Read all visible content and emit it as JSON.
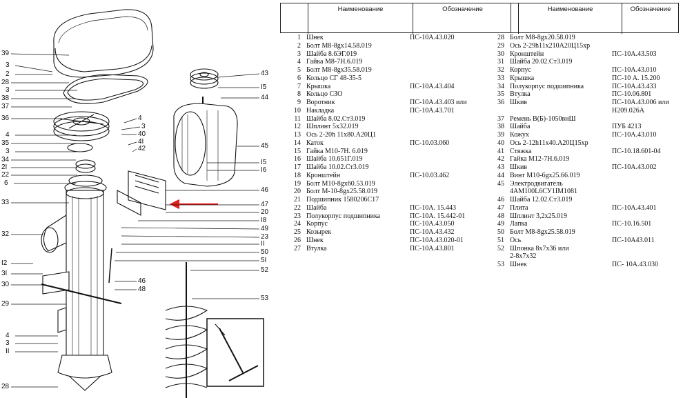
{
  "table_headers": {
    "name": "Наименование",
    "designation": "Обозначение"
  },
  "left_table": [
    {
      "num": "1",
      "name": "Шнек",
      "code": "ПС-10А.43.020"
    },
    {
      "num": "2",
      "name": "Болт М8-8gх14.58.019",
      "code": ""
    },
    {
      "num": "3",
      "name": "Шайба 8.6ЭГ.019",
      "code": ""
    },
    {
      "num": "4",
      "name": "Гайка М8-7Н.6.019",
      "code": ""
    },
    {
      "num": "5",
      "name": "Болт М8-8gх35.58.019",
      "code": ""
    },
    {
      "num": "6",
      "name": "Кольцо СГ 48-35-5",
      "code": ""
    },
    {
      "num": "7",
      "name": "Крышка",
      "code": "ПС-10А.43.404"
    },
    {
      "num": "8",
      "name": "Кольцо СЗО",
      "code": ""
    },
    {
      "num": "9",
      "name": "Воротник",
      "code": "ПС-10А.43.403 или"
    },
    {
      "num": "10",
      "name": "Накладка",
      "code": "ПС-10А.43.701"
    },
    {
      "num": "11",
      "name": "Шайба 8.02.Ст3.019",
      "code": ""
    },
    {
      "num": "12",
      "name": "Шплинт 5х32.019",
      "code": ""
    },
    {
      "num": "13",
      "name": "Ось 2-20h 11х80.А20Ц1",
      "code": ""
    },
    {
      "num": "14",
      "name": "Каток",
      "code": "ПС-10.03.060"
    },
    {
      "num": "15",
      "name": "Гайка М10-7Н. 6.019",
      "code": ""
    },
    {
      "num": "16",
      "name": "Шайба 10.651Г.019",
      "code": ""
    },
    {
      "num": "17",
      "name": "Шайба 10.02.Ст3.019",
      "code": ""
    },
    {
      "num": "18",
      "name": "Кронштейн",
      "code": "ПС-10.03.462"
    },
    {
      "num": "19",
      "name": "Болт М10-8gх60.53.019",
      "code": ""
    },
    {
      "num": "20",
      "name": "Болт М-10-8gх25.58.019",
      "code": ""
    },
    {
      "num": "21",
      "name": "Подшипник 1580206С17",
      "code": ""
    },
    {
      "num": "22",
      "name": "Шайба",
      "code": "ПС-10А. 15.443"
    },
    {
      "num": "23",
      "name": "Полукорпус подшипника",
      "code": "ПС-10А. 15.442-01"
    },
    {
      "num": "24",
      "name": "Корпус",
      "code": "ПС-10А.43.050"
    },
    {
      "num": "25",
      "name": "Козырек",
      "code": "ПС-10А.43.432"
    },
    {
      "num": "26",
      "name": "Шнек",
      "code": "ПС-10А.43.020-01"
    },
    {
      "num": "27",
      "name": "Втулка",
      "code": "ПС-10А.43.801"
    }
  ],
  "right_table": [
    {
      "num": "28",
      "name": "Болт М8-8gх20.58.019",
      "code": ""
    },
    {
      "num": "29",
      "name": "Ось 2-29h11х210А20Ц15хр",
      "code": ""
    },
    {
      "num": "30",
      "name": "Кронштейн",
      "code": "ПС-10А.43.503"
    },
    {
      "num": "31",
      "name": "Шайба 20.02.Ст3.019",
      "code": ""
    },
    {
      "num": "32",
      "name": "Корпус",
      "code": "ПС-10А.43.010"
    },
    {
      "num": "33",
      "name": "Крышка",
      "code": "ПС-10 А. 15.200"
    },
    {
      "num": "34",
      "name": "Полукорпус подшипника",
      "code": "ПС-10А.43.433"
    },
    {
      "num": "35",
      "name": "Втулка",
      "code": "ПС-10.06.801"
    },
    {
      "num": "36",
      "name": "Шкив",
      "code": "ПС-10А.43.006 или"
    },
    {
      "num": "",
      "name": "",
      "code": "Н209.026А"
    },
    {
      "num": "37",
      "name": "Ремень В(Б)-1050внШ",
      "code": ""
    },
    {
      "num": "38",
      "name": "Шайба",
      "code": "ПУБ 4213"
    },
    {
      "num": "39",
      "name": "Кожух",
      "code": "ПС-10А.43.010"
    },
    {
      "num": "40",
      "name": "Ось 2-12h11х40.А20Ц15хр",
      "code": ""
    },
    {
      "num": "41",
      "name": "Стяжка",
      "code": "ПС-10.18.601-04"
    },
    {
      "num": "42",
      "name": "Гайка М12-7Н.6.019",
      "code": ""
    },
    {
      "num": "43",
      "name": "Шкив",
      "code": "ПС-10А.43.002"
    },
    {
      "num": "44",
      "name": "Винт М10-6gх25.66.019",
      "code": ""
    },
    {
      "num": "45",
      "name": "Электродвигатель",
      "code": ""
    },
    {
      "num": "",
      "name": "4АМ100L6СУ1IМ1081",
      "code": ""
    },
    {
      "num": "46",
      "name": "Шайба 12.02.Ст3.019",
      "code": ""
    },
    {
      "num": "47",
      "name": "Плита",
      "code": "ПС-10А.43.401"
    },
    {
      "num": "48",
      "name": "Шплинт 3,2х25.019",
      "code": ""
    },
    {
      "num": "49",
      "name": "Лапка",
      "code": "ПС-10.16.501"
    },
    {
      "num": "50",
      "name": "Болт М8-8gх25.58.019",
      "code": ""
    },
    {
      "num": "51",
      "name": "Ось",
      "code": "ПС-10А43.011"
    },
    {
      "num": "52",
      "name": "Шпонка 8х7х36 или",
      "code": ""
    },
    {
      "num": "",
      "name": "2-8х7х32",
      "code": ""
    },
    {
      "num": "53",
      "name": "Шнек",
      "code": "ПС- 10А.43.030"
    }
  ],
  "callouts": [
    {
      "label": "39",
      "side": "L"
    },
    {
      "label": "3",
      "side": "L"
    },
    {
      "label": "2",
      "side": "L"
    },
    {
      "label": "28",
      "side": "L"
    },
    {
      "label": "3",
      "side": "L"
    },
    {
      "label": "38",
      "side": "L"
    },
    {
      "label": "37",
      "side": "L"
    },
    {
      "label": "36",
      "side": "L"
    },
    {
      "label": "4",
      "side": "L"
    },
    {
      "label": "35",
      "side": "L"
    },
    {
      "label": "3",
      "side": "L"
    },
    {
      "label": "34",
      "side": "L"
    },
    {
      "label": "2I",
      "side": "L"
    },
    {
      "label": "22",
      "side": "L"
    },
    {
      "label": "6",
      "side": "L"
    },
    {
      "label": "33",
      "side": "L"
    },
    {
      "label": "32",
      "side": "L"
    },
    {
      "label": "I2",
      "side": "L"
    },
    {
      "label": "3I",
      "side": "L"
    },
    {
      "label": "30",
      "side": "L"
    },
    {
      "label": "29",
      "side": "L"
    },
    {
      "label": "4",
      "side": "L"
    },
    {
      "label": "3",
      "side": "L"
    },
    {
      "label": "II",
      "side": "L"
    },
    {
      "label": "28",
      "side": "L"
    },
    {
      "label": "43",
      "side": "R"
    },
    {
      "label": "I5",
      "side": "R"
    },
    {
      "label": "44",
      "side": "R"
    },
    {
      "label": "4",
      "side": "M"
    },
    {
      "label": "3",
      "side": "M"
    },
    {
      "label": "40",
      "side": "M"
    },
    {
      "label": "4I",
      "side": "M"
    },
    {
      "label": "42",
      "side": "M"
    },
    {
      "label": "45",
      "side": "R"
    },
    {
      "label": "I5",
      "side": "R"
    },
    {
      "label": "I6",
      "side": "R"
    },
    {
      "label": "46",
      "side": "R"
    },
    {
      "label": "47",
      "side": "R"
    },
    {
      "label": "20",
      "side": "R"
    },
    {
      "label": "I8",
      "side": "R"
    },
    {
      "label": "49",
      "side": "R"
    },
    {
      "label": "23",
      "side": "R"
    },
    {
      "label": "II",
      "side": "R"
    },
    {
      "label": "50",
      "side": "R"
    },
    {
      "label": "5I",
      "side": "R"
    },
    {
      "label": "52",
      "side": "R"
    },
    {
      "label": "46",
      "side": "R"
    },
    {
      "label": "48",
      "side": "R"
    },
    {
      "label": "53",
      "side": "R"
    }
  ],
  "colors": {
    "ink": "#111111",
    "arrow": "#e32020",
    "paper": "#ffffff"
  }
}
